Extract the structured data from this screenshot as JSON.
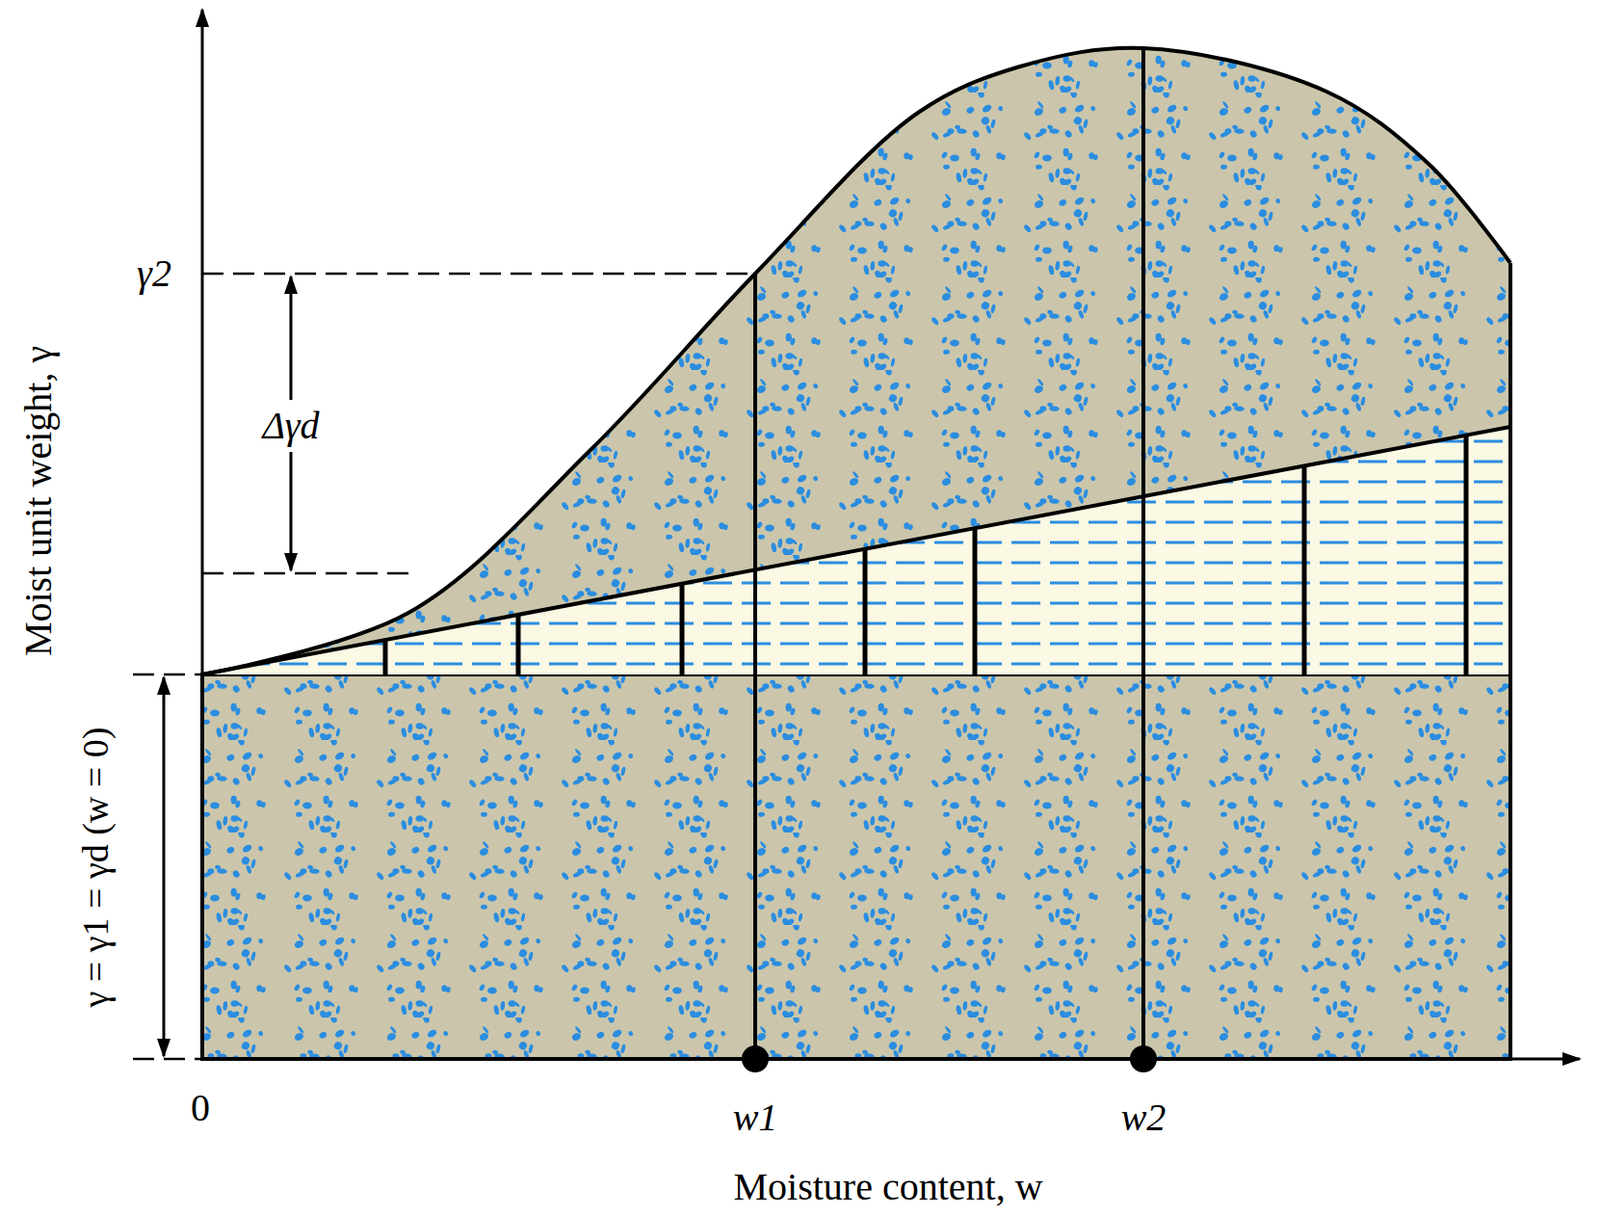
{
  "diagram": {
    "labels": [
      "γ2",
      "Δγd",
      "Moist unit weight, γ",
      "γ = γ1 = γd (w = 0)",
      "0",
      "w1",
      "w2",
      "Moisture content, w"
    ]
  }
}
